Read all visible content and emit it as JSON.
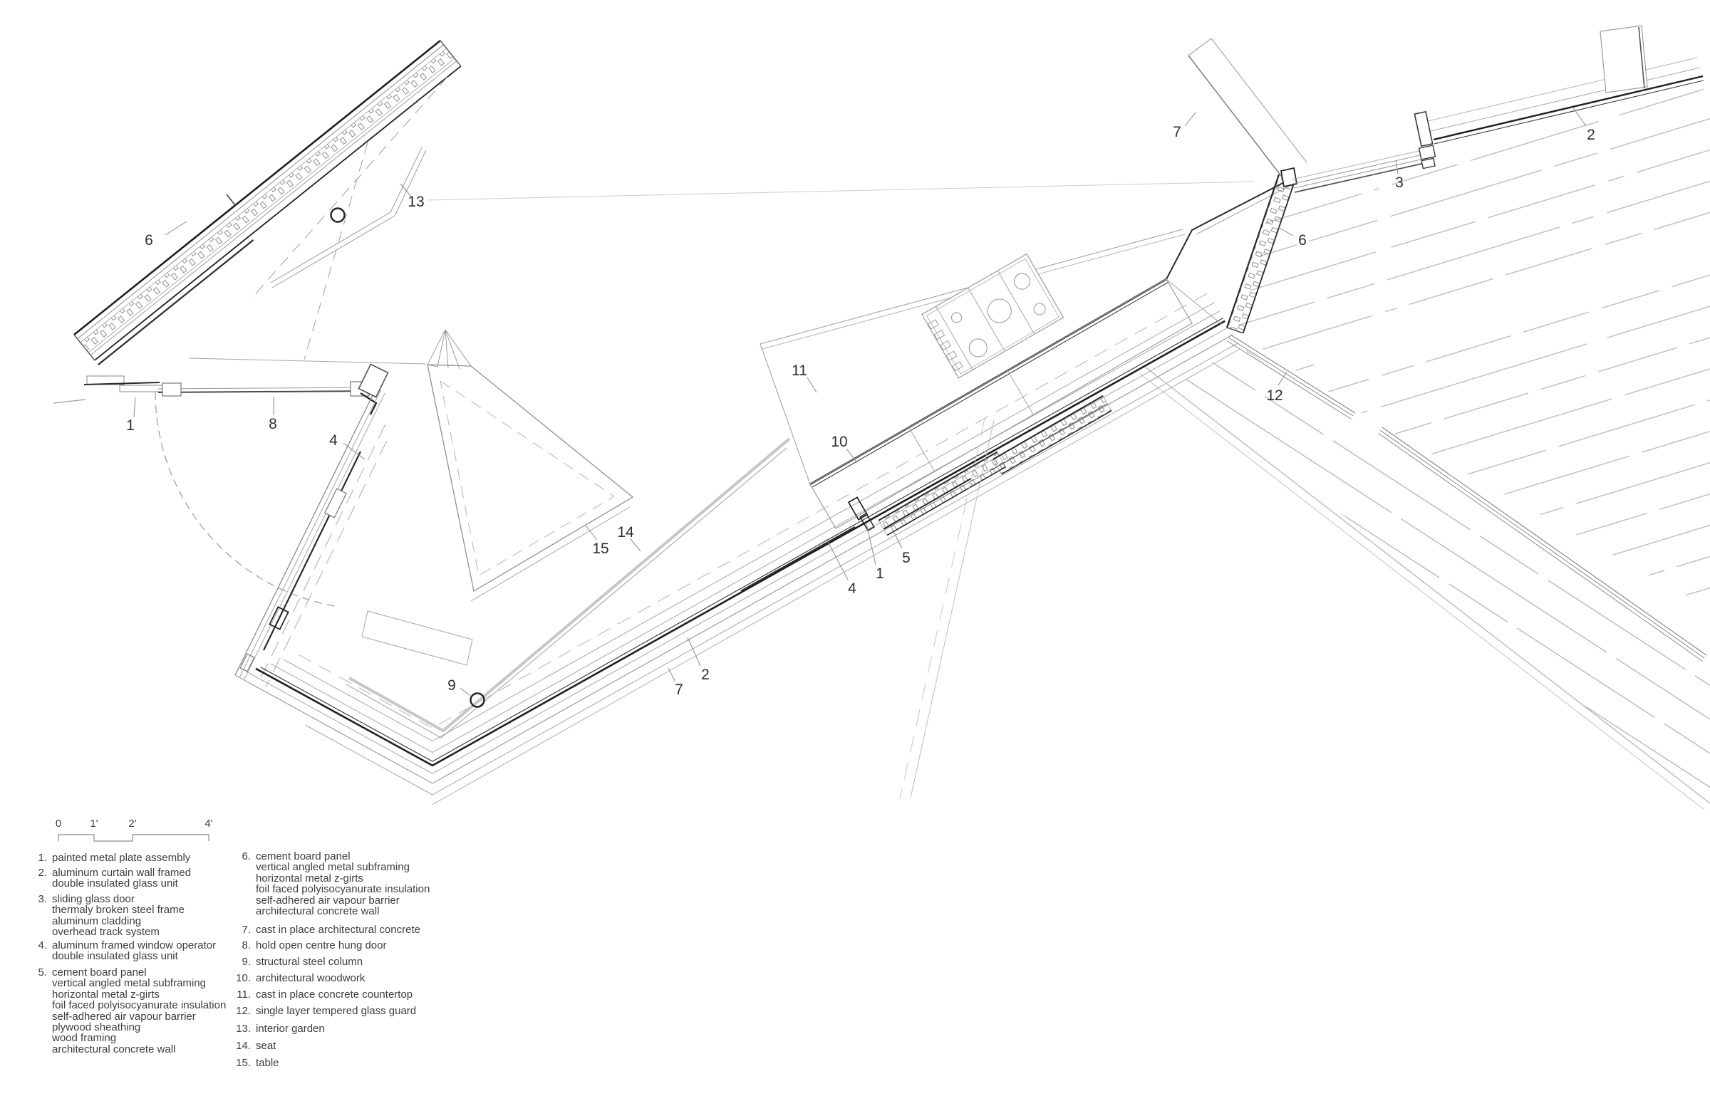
{
  "drawing": {
    "type": "architectural plan detail",
    "scale_bar": {
      "t0": "0",
      "t1": "1'",
      "t2": "2'",
      "t3": "4'"
    },
    "callouts": {
      "n1": "1",
      "n2": "2",
      "n3": "3",
      "n4": "4",
      "n5": "5",
      "n6": "6",
      "n7": "7",
      "n8": "8",
      "n9": "9",
      "n10": "10",
      "n11": "11",
      "n12": "12",
      "n13": "13",
      "n14": "14",
      "n15": "15"
    },
    "legend": {
      "left": [
        {
          "num": "1.",
          "text": "painted metal plate assembly"
        },
        {
          "num": "2.",
          "text": "aluminum curtain wall framed\ndouble insulated glass unit"
        },
        {
          "num": "3.",
          "text": "sliding glass door\nthermaly broken steel frame\naluminum cladding\noverhead track system"
        },
        {
          "num": "4.",
          "text": "aluminum framed window operator\ndouble insulated glass unit"
        },
        {
          "num": "5.",
          "text": "cement board panel\nvertical angled metal subframing\nhorizontal metal z-girts\nfoil faced polyisocyanurate insulation\nself-adhered air vapour barrier\nplywood sheathing\nwood framing\narchitectural concrete wall"
        }
      ],
      "right": [
        {
          "num": "6.",
          "text": "cement board panel\nvertical angled metal subframing\nhorizontal metal z-girts\nfoil faced polyisocyanurate insulation\nself-adhered air vapour barrier\narchitectural concrete wall"
        },
        {
          "num": "7.",
          "text": "cast in place architectural concrete"
        },
        {
          "num": "8.",
          "text": "hold open centre hung door"
        },
        {
          "num": "9.",
          "text": "structural steel column"
        },
        {
          "num": "10.",
          "text": "architectural woodwork"
        },
        {
          "num": "11.",
          "text": "cast in place concrete countertop"
        },
        {
          "num": "12.",
          "text": "single layer tempered glass guard"
        },
        {
          "num": "13.",
          "text": "interior garden"
        },
        {
          "num": "14.",
          "text": "seat"
        },
        {
          "num": "15.",
          "text": "table"
        }
      ]
    },
    "colors": {
      "background": "#ffffff",
      "line_light": "#a3a3a3",
      "line_medium": "#7d7d7d",
      "line_dark": "#1f1f1f",
      "line_pale": "#c6c6c6",
      "text": "#3d3d3d"
    }
  }
}
